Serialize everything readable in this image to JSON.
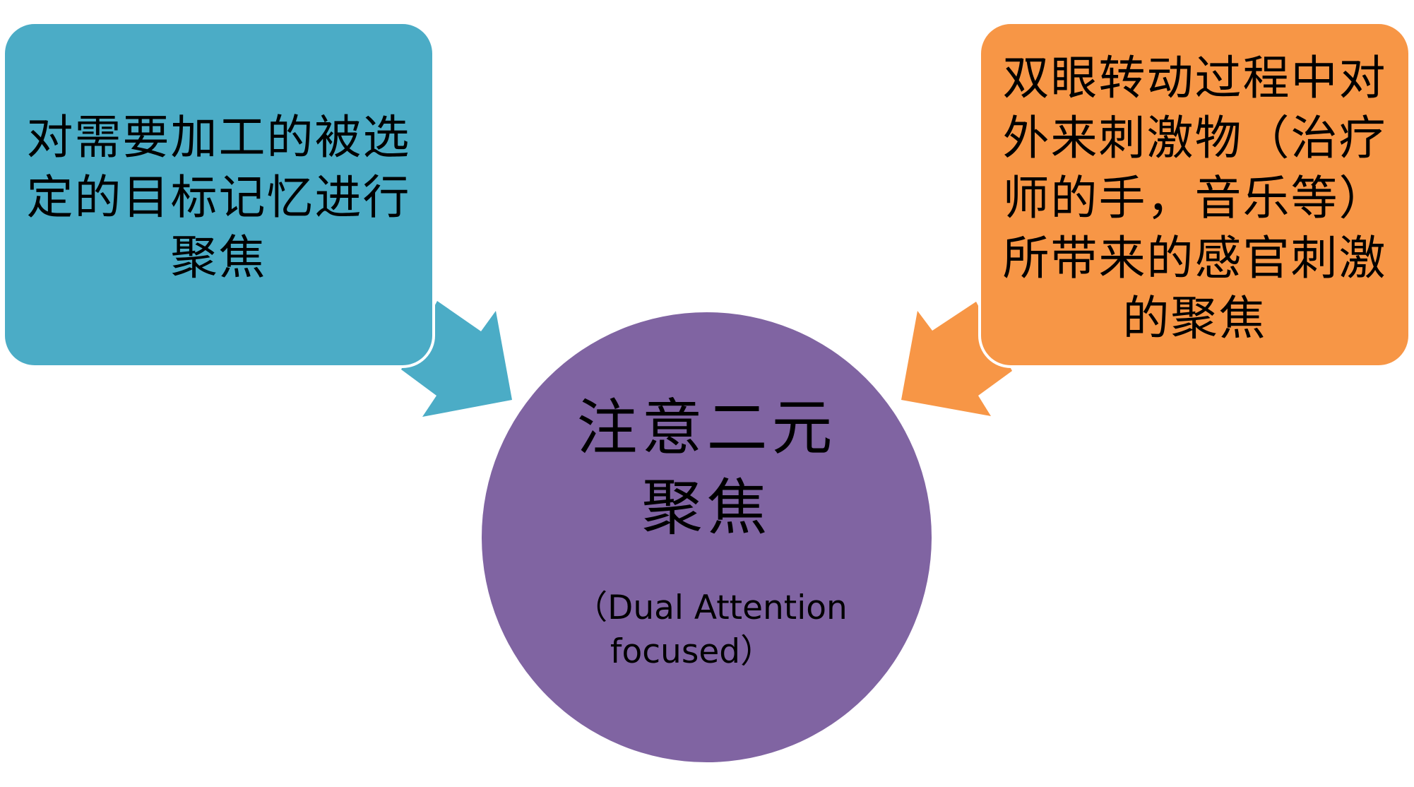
{
  "diagram": {
    "type": "converging-arrows",
    "colors": {
      "left_box": "#4BACC6",
      "right_box": "#F79646",
      "center_circle": "#8064A2",
      "background": "#FFFFFF",
      "text": "#000000"
    },
    "left_box": {
      "lines": [
        "对需要加工的被选",
        "定的目标记忆进行",
        "聚焦"
      ]
    },
    "right_box": {
      "lines": [
        "双眼转动过程中对",
        "外来刺激物（治疗",
        "师的手，音乐等）",
        "所带来的感官刺激",
        "的聚焦"
      ]
    },
    "center": {
      "title_lines": [
        "注意二元",
        "聚焦"
      ],
      "subtitle_lines": [
        "（Dual Attention",
        "focused）"
      ]
    },
    "arrows": [
      {
        "from": "left_box",
        "to": "center",
        "direction": "down-right",
        "color": "#4BACC6"
      },
      {
        "from": "right_box",
        "to": "center",
        "direction": "down-left",
        "color": "#F79646"
      }
    ]
  }
}
